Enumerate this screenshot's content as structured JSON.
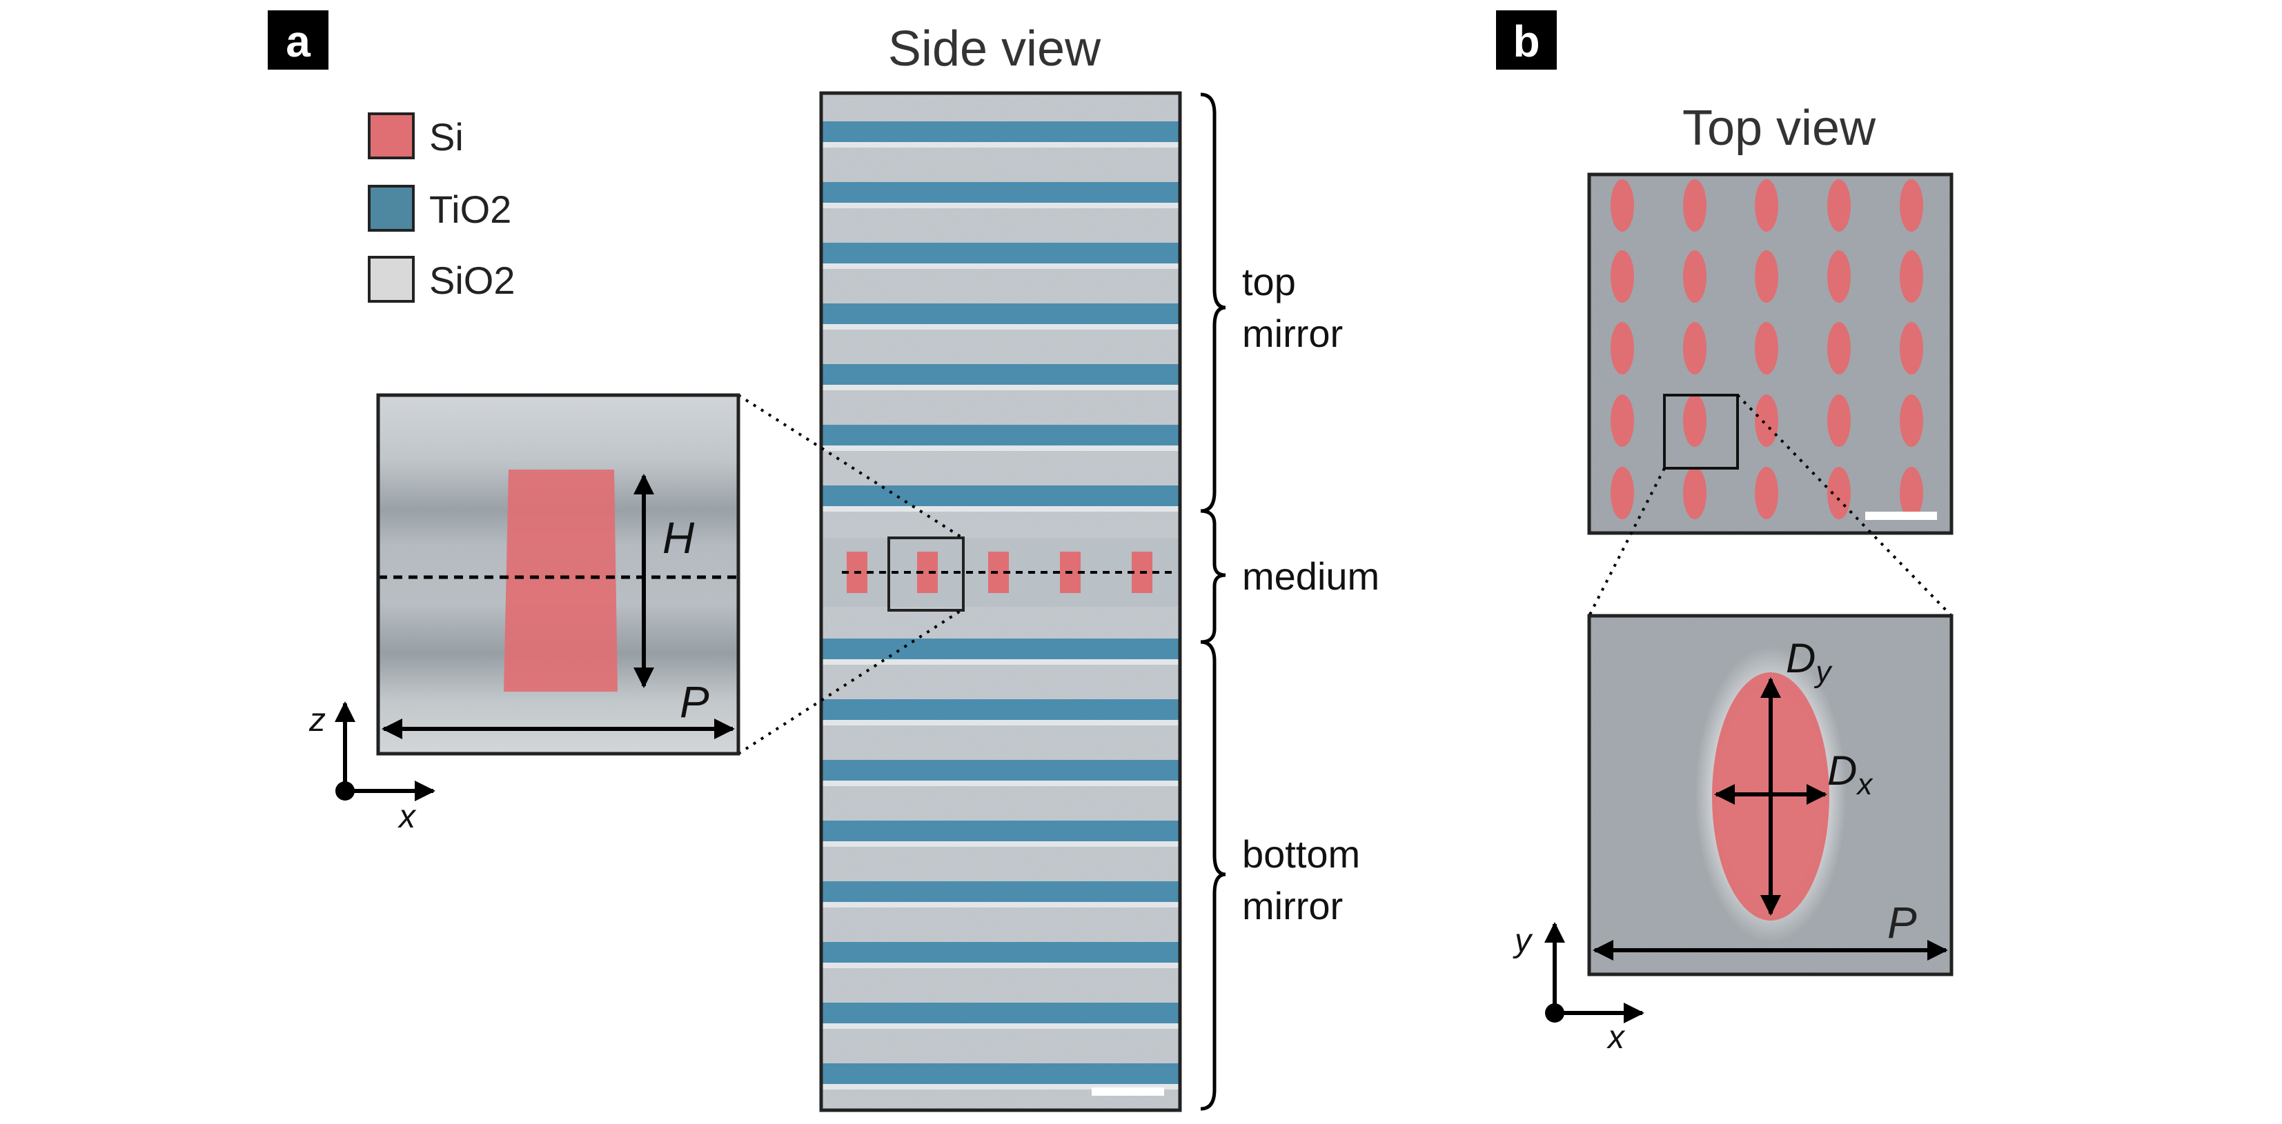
{
  "panel_a": {
    "label": "a",
    "title": "Side view",
    "legend": [
      {
        "label": "Si",
        "color": "#df6f73"
      },
      {
        "label": "TiO2",
        "color": "#4d87a0"
      },
      {
        "label": "SiO2",
        "color": "#d9d9d9"
      }
    ],
    "regions": {
      "top": [
        "top",
        "mirror"
      ],
      "middle": "medium",
      "bottom": [
        "bottom",
        "mirror"
      ]
    },
    "inset": {
      "height_symbol": "H",
      "period_symbol": "P"
    },
    "axes": {
      "vertical": "z",
      "horizontal": "x"
    }
  },
  "panel_b": {
    "label": "b",
    "title": "Top view",
    "inset": {
      "dy_main": "D",
      "dy_sub": "y",
      "dx_main": "D",
      "dx_sub": "x",
      "period_symbol": "P"
    },
    "axes": {
      "vertical": "y",
      "horizontal": "x"
    }
  },
  "colors": {
    "si": "#df6f73",
    "tio2": "#3f86ab",
    "sio2_sem": "#c9cfd4",
    "sem_bg": "#a7adb3"
  }
}
